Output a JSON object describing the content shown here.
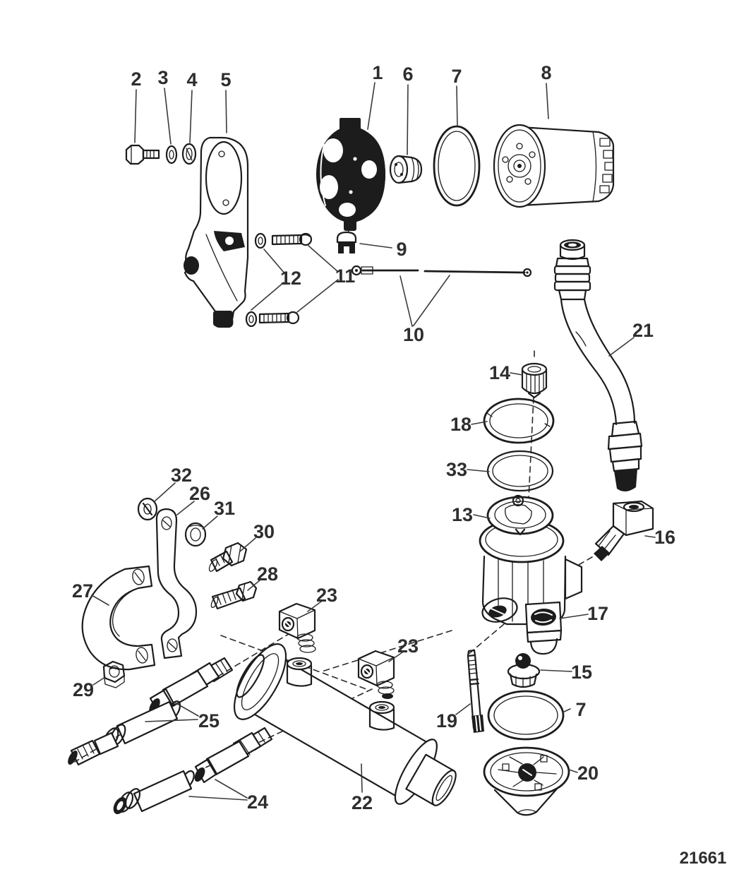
{
  "figure": {
    "type": "exploded-parts-diagram",
    "drawing_number": "21661",
    "colors": {
      "ink": "#1c1c1c",
      "background": "#ffffff"
    }
  },
  "callouts": [
    {
      "label": "1"
    },
    {
      "label": "2"
    },
    {
      "label": "3"
    },
    {
      "label": "4"
    },
    {
      "label": "5"
    },
    {
      "label": "6"
    },
    {
      "label": "7"
    },
    {
      "label": "8"
    },
    {
      "label": "9"
    },
    {
      "label": "10"
    },
    {
      "label": "11"
    },
    {
      "label": "12"
    },
    {
      "label": "13"
    },
    {
      "label": "14"
    },
    {
      "label": "15"
    },
    {
      "label": "16"
    },
    {
      "label": "17"
    },
    {
      "label": "18"
    },
    {
      "label": "19"
    },
    {
      "label": "20"
    },
    {
      "label": "21"
    },
    {
      "label": "22"
    },
    {
      "label": "23"
    },
    {
      "label": "23"
    },
    {
      "label": "24"
    },
    {
      "label": "25"
    },
    {
      "label": "26"
    },
    {
      "label": "27"
    },
    {
      "label": "28"
    },
    {
      "label": "29"
    },
    {
      "label": "30"
    },
    {
      "label": "31"
    },
    {
      "label": "32"
    },
    {
      "label": "33"
    },
    {
      "label": "7"
    }
  ]
}
